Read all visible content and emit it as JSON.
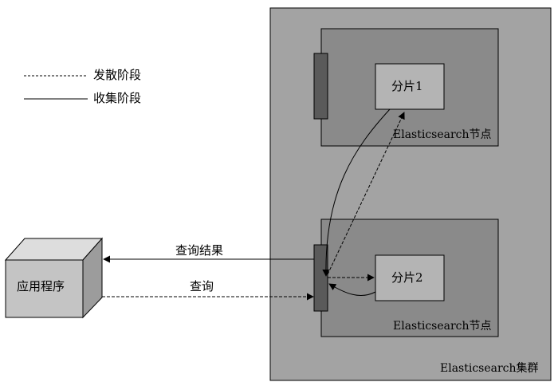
{
  "legend": {
    "scatter_label": "发散阶段",
    "gather_label": "收集阶段"
  },
  "cluster": {
    "label": "Elasticsearch集群"
  },
  "nodes": [
    {
      "label": "Elasticsearch节点",
      "shard_label": "分片1"
    },
    {
      "label": "Elasticsearch节点",
      "shard_label": "分片2"
    }
  ],
  "app": {
    "label": "应用程序"
  },
  "arrows": {
    "query_label": "查询",
    "result_label": "查询结果"
  },
  "colors": {
    "cluster_fill": "#a3a3a3",
    "node_fill": "#8a8a8a",
    "shard_fill": "#b4b4b4",
    "bar_fill": "#5a5a5a",
    "app_front": "#c4c4c4",
    "app_top": "#dddddd",
    "app_side": "#9c9c9c"
  }
}
